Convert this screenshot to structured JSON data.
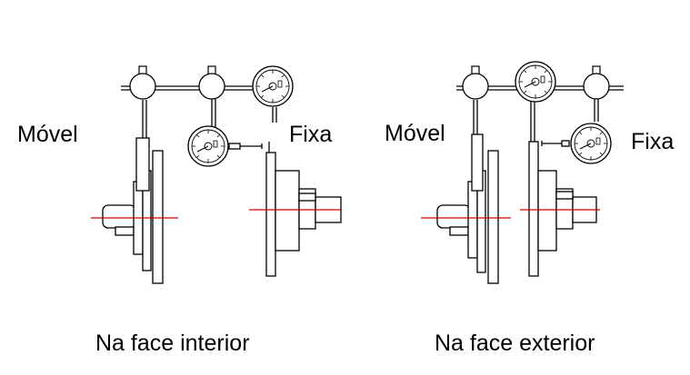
{
  "labels": {
    "left_movel": "Móvel",
    "left_fixa": "Fixa",
    "right_movel": "Móvel",
    "right_fixa": "Fixa",
    "caption_left": "Na face interior",
    "caption_right": "Na face exterior"
  },
  "colors": {
    "line": "#000000",
    "axis": "#d40000",
    "background": "#ffffff"
  }
}
